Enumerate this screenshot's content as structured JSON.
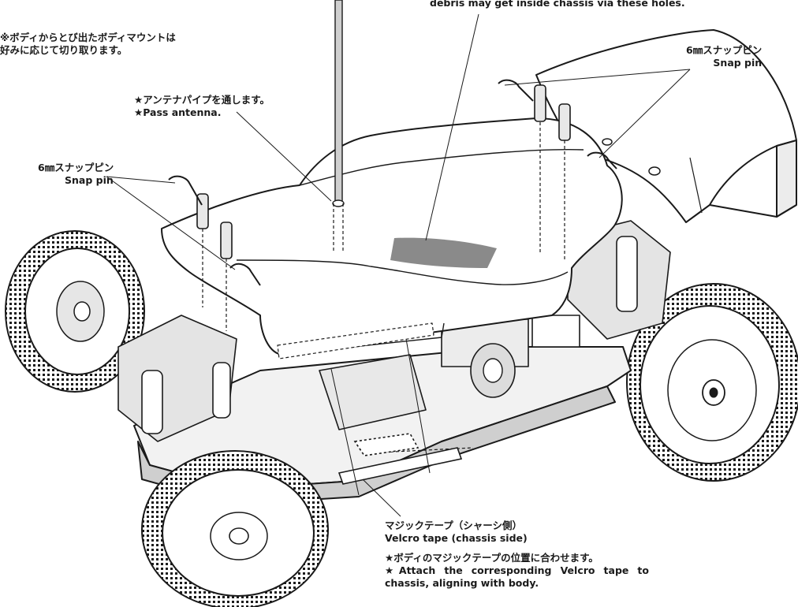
{
  "labels": {
    "body_mount_note": "※ボディからとび出たボディマウントは",
    "body_mount_note_2": "好みに応じて切り取ります。",
    "debris_note": "debris may get inside chassis via these holes.",
    "snap_pin_right_jp": "6㎜スナップピン",
    "snap_pin_right_en": "Snap pin",
    "snap_pin_left_jp": "6㎜スナップピン",
    "snap_pin_left_en": "Snap pin",
    "antenna_jp": "★アンテナパイプを通します。",
    "antenna_en": "★Pass antenna.",
    "velcro_jp": "マジックテープ（シャーシ側）",
    "velcro_en": "Velcro tape (chassis side)",
    "attach_jp": "★ボディのマジックテープの位置に合わせます。",
    "attach_en": "★Attach the corresponding Velcro tape to chassis, aligning with body."
  },
  "colors": {
    "ink": "#1a1a1a",
    "paper": "#ffffff",
    "shade": "#8a8a8a",
    "light_shade": "#d6d6d6"
  }
}
